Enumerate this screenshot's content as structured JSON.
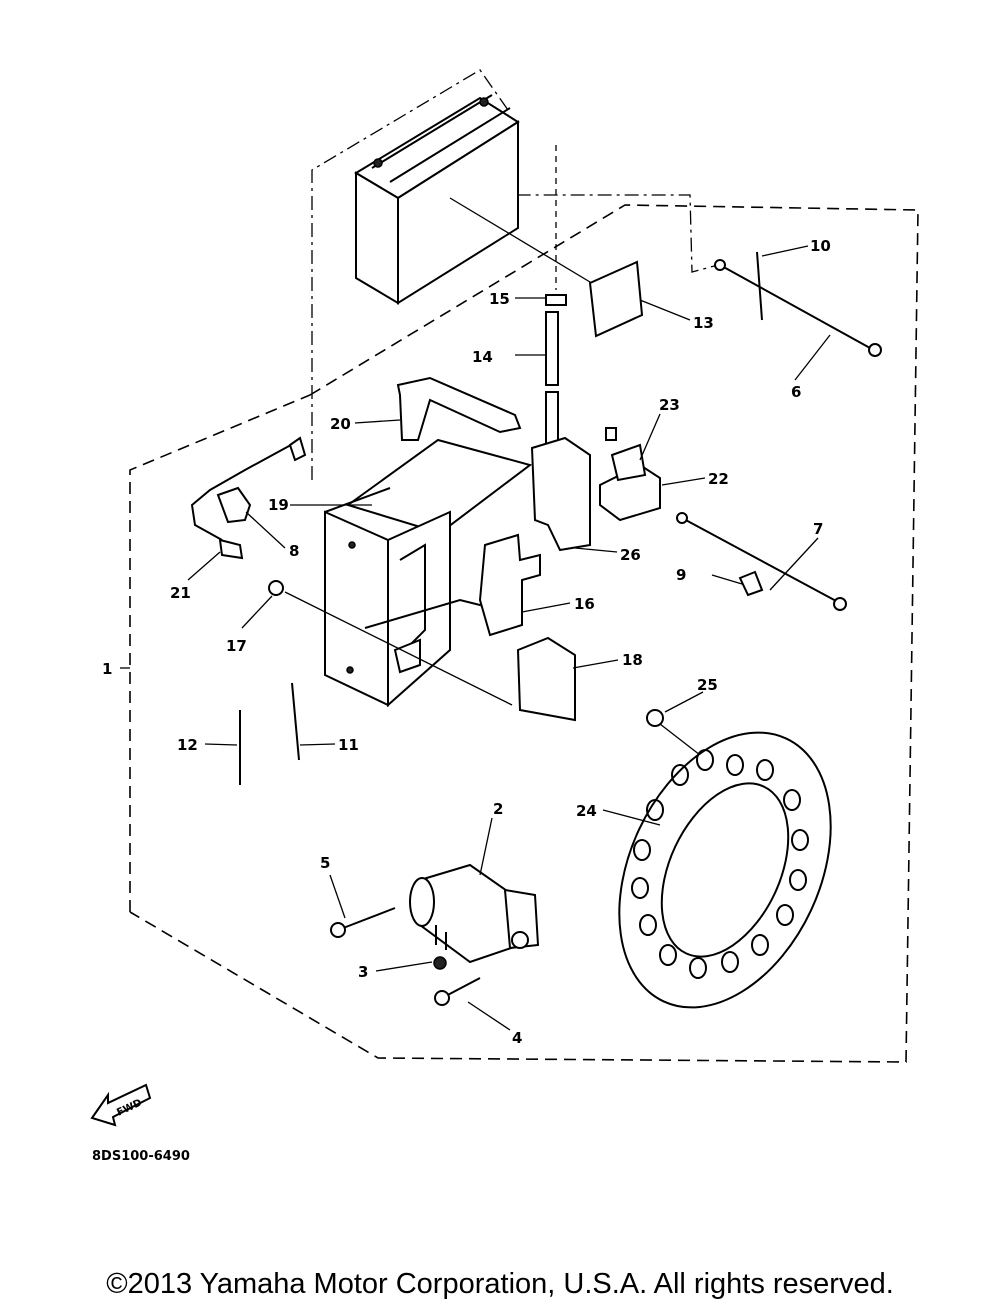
{
  "diagram": {
    "drawing_code": "8DS100-6490",
    "fwd_label": "FWD",
    "callouts": [
      {
        "id": "c1",
        "label": "1"
      },
      {
        "id": "c2",
        "label": "2"
      },
      {
        "id": "c3",
        "label": "3"
      },
      {
        "id": "c4",
        "label": "4"
      },
      {
        "id": "c5",
        "label": "5"
      },
      {
        "id": "c6",
        "label": "6"
      },
      {
        "id": "c7",
        "label": "7"
      },
      {
        "id": "c8",
        "label": "8"
      },
      {
        "id": "c9",
        "label": "9"
      },
      {
        "id": "c10",
        "label": "10"
      },
      {
        "id": "c11",
        "label": "11"
      },
      {
        "id": "c12",
        "label": "12"
      },
      {
        "id": "c13",
        "label": "13"
      },
      {
        "id": "c14",
        "label": "14"
      },
      {
        "id": "c15",
        "label": "15"
      },
      {
        "id": "c16",
        "label": "16"
      },
      {
        "id": "c17",
        "label": "17"
      },
      {
        "id": "c18",
        "label": "18"
      },
      {
        "id": "c19",
        "label": "19"
      },
      {
        "id": "c20",
        "label": "20"
      },
      {
        "id": "c21",
        "label": "21"
      },
      {
        "id": "c22",
        "label": "22"
      },
      {
        "id": "c23",
        "label": "23"
      },
      {
        "id": "c24",
        "label": "24"
      },
      {
        "id": "c25",
        "label": "25"
      },
      {
        "id": "c26",
        "label": "26"
      }
    ]
  },
  "footer": {
    "copyright": "©2013 Yamaha Motor Corporation, U.S.A. All rights reserved."
  }
}
